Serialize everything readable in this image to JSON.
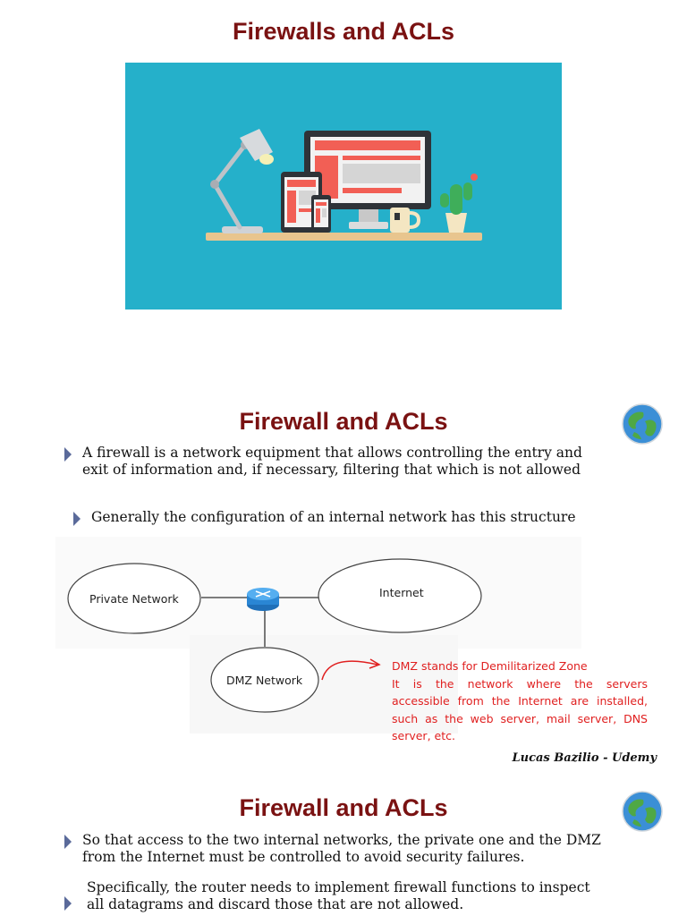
{
  "slide1": {
    "title": "Firewalls and ACLs"
  },
  "slide2": {
    "title": "Firewall and ACLs",
    "bullet1_line1": "A firewall is a network equipment that allows controlling the entry and",
    "bullet1_line2": "exit of information and, if necessary, filtering that which is not allowed",
    "bullet2": "Generally the configuration of an internal network has this structure",
    "diagram": {
      "private_network": "Private Network",
      "internet": "Internet",
      "dmz_network": "DMZ Network"
    },
    "dmz_note": {
      "line1": "DMZ stands for Demilitarized Zone",
      "line2": "It is the network where the servers accessible from the Internet are installed, such as the web server, mail server, DNS server, etc."
    },
    "credit": "Lucas Bazilio - Udemy"
  },
  "slide3": {
    "title": "Firewall and ACLs",
    "bullet1_line1": "So that access to the two internal networks, the private one and the DMZ",
    "bullet1_line2": "from the Internet must be controlled to avoid security failures.",
    "bullet2_line1": "Specifically, the router needs to implement firewall functions to inspect",
    "bullet2_line2": "all datagrams and discard those that are not allowed."
  },
  "colors": {
    "title": "#7a1212",
    "hero_bg": "#25b0ca",
    "note_red": "#e02020",
    "bullet_arrow": "#5a6a9a"
  },
  "icons": [
    "desk-illustration",
    "globe-icon",
    "router-icon",
    "bullet-arrow-icon",
    "curved-arrow-icon"
  ]
}
